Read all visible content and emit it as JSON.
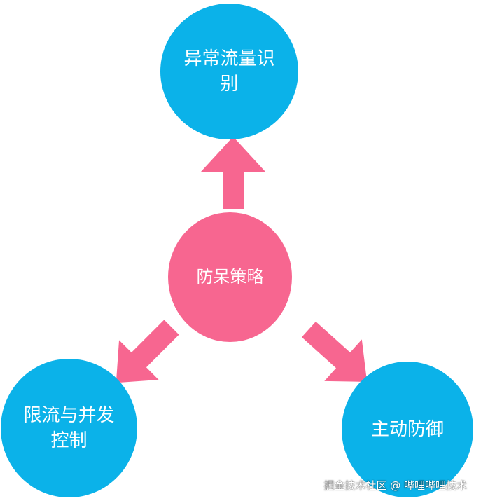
{
  "diagram": {
    "center": {
      "label": "防呆策略"
    },
    "top": {
      "label": "异常流量识别"
    },
    "left": {
      "label": "限流与并发控制"
    },
    "right": {
      "label": "主动防御"
    }
  },
  "watermark": "掘金技术社区 @ 哔哩哔哩技术",
  "colors": {
    "blue": "#0bb2e9",
    "pink": "#f76690",
    "text": "#ffffff"
  }
}
